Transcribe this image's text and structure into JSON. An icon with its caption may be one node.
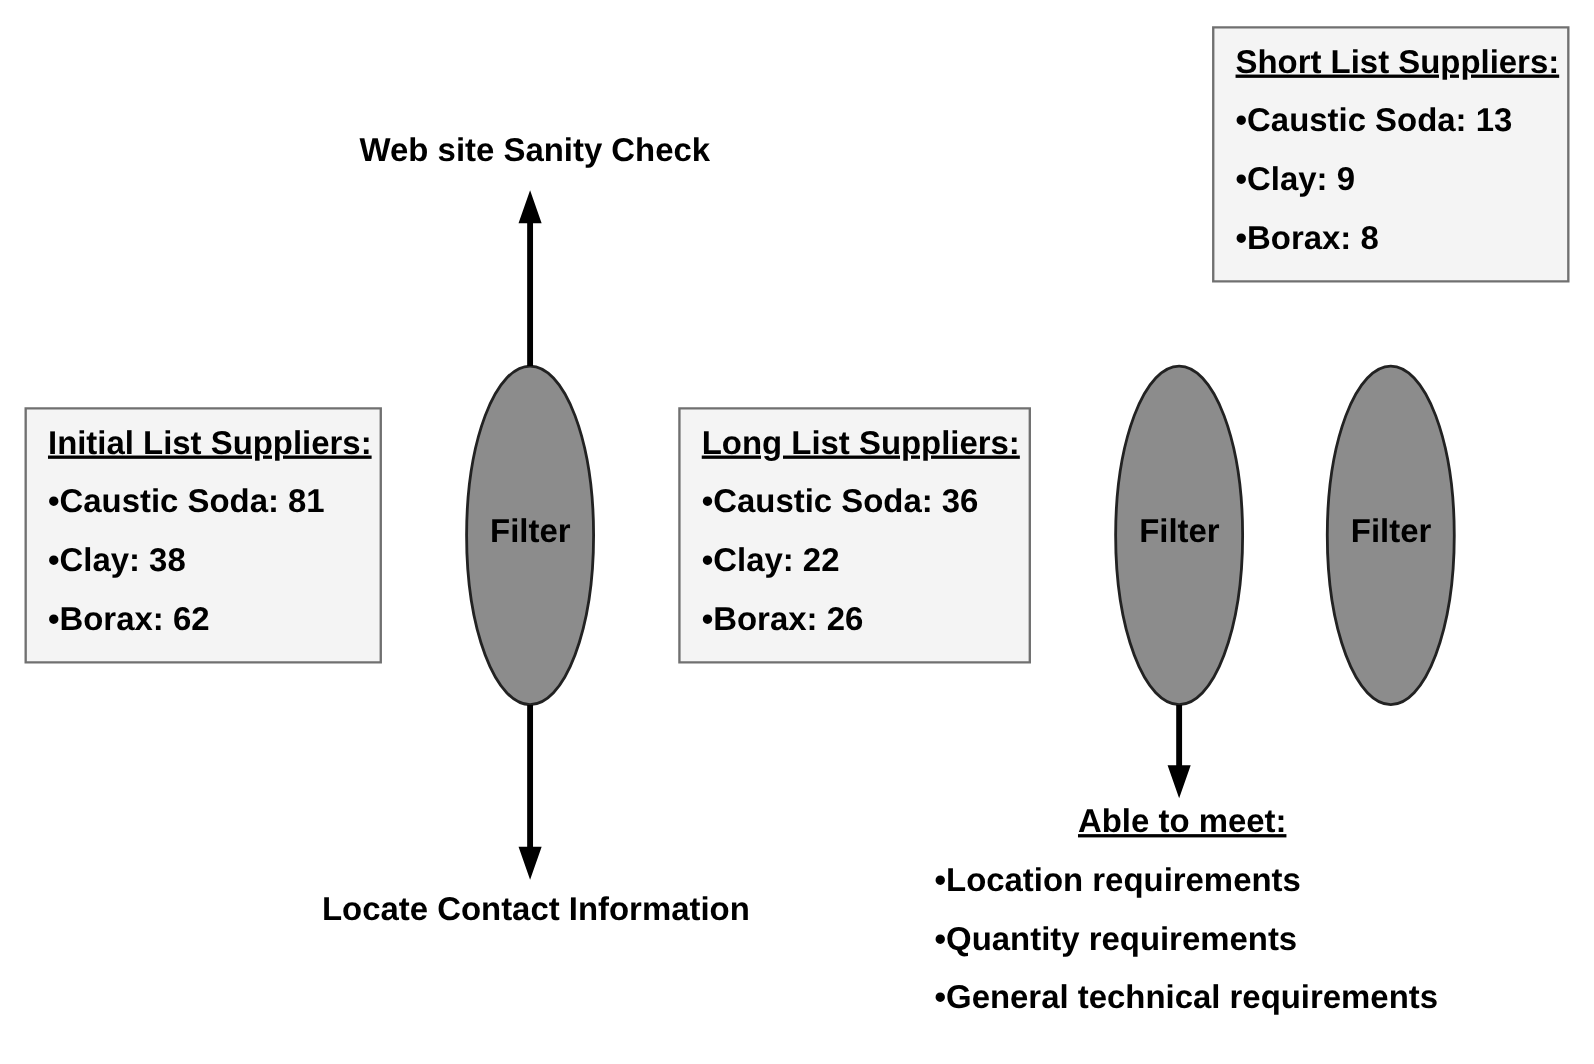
{
  "diagram": {
    "nodes": [
      {
        "text": [
          "Initial List Suppliers:",
          "•Caustic Soda: 81",
          "•Clay: 38",
          "•Borax: 62"
        ]
      },
      {
        "text": [
          "Filter"
        ]
      },
      {
        "text": [
          "Web site Sanity Check"
        ]
      },
      {
        "text": [
          "Locate Contact Information"
        ]
      },
      {
        "text": [
          "Long List Suppliers:",
          "•Caustic Soda: 36",
          "•Clay: 22",
          "•Borax: 26"
        ]
      },
      {
        "text": [
          "Filter"
        ]
      },
      {
        "text": [
          "Short List Suppliers:",
          "•Caustic Soda: 13",
          "•Clay: 9",
          "•Borax: 8"
        ]
      },
      {
        "text": [
          "Able to meet:",
          "•Location requirements",
          "•Quantity requirements",
          "•General technical requirements"
        ]
      },
      {
        "text": [
          "Filter"
        ]
      }
    ],
    "edges": [
      {
        "from": 1,
        "to": 2,
        "arrow": "to"
      },
      {
        "from": 1,
        "to": 3,
        "arrow": "to"
      },
      {
        "from": 5,
        "to": 7,
        "arrow": "to"
      }
    ]
  }
}
